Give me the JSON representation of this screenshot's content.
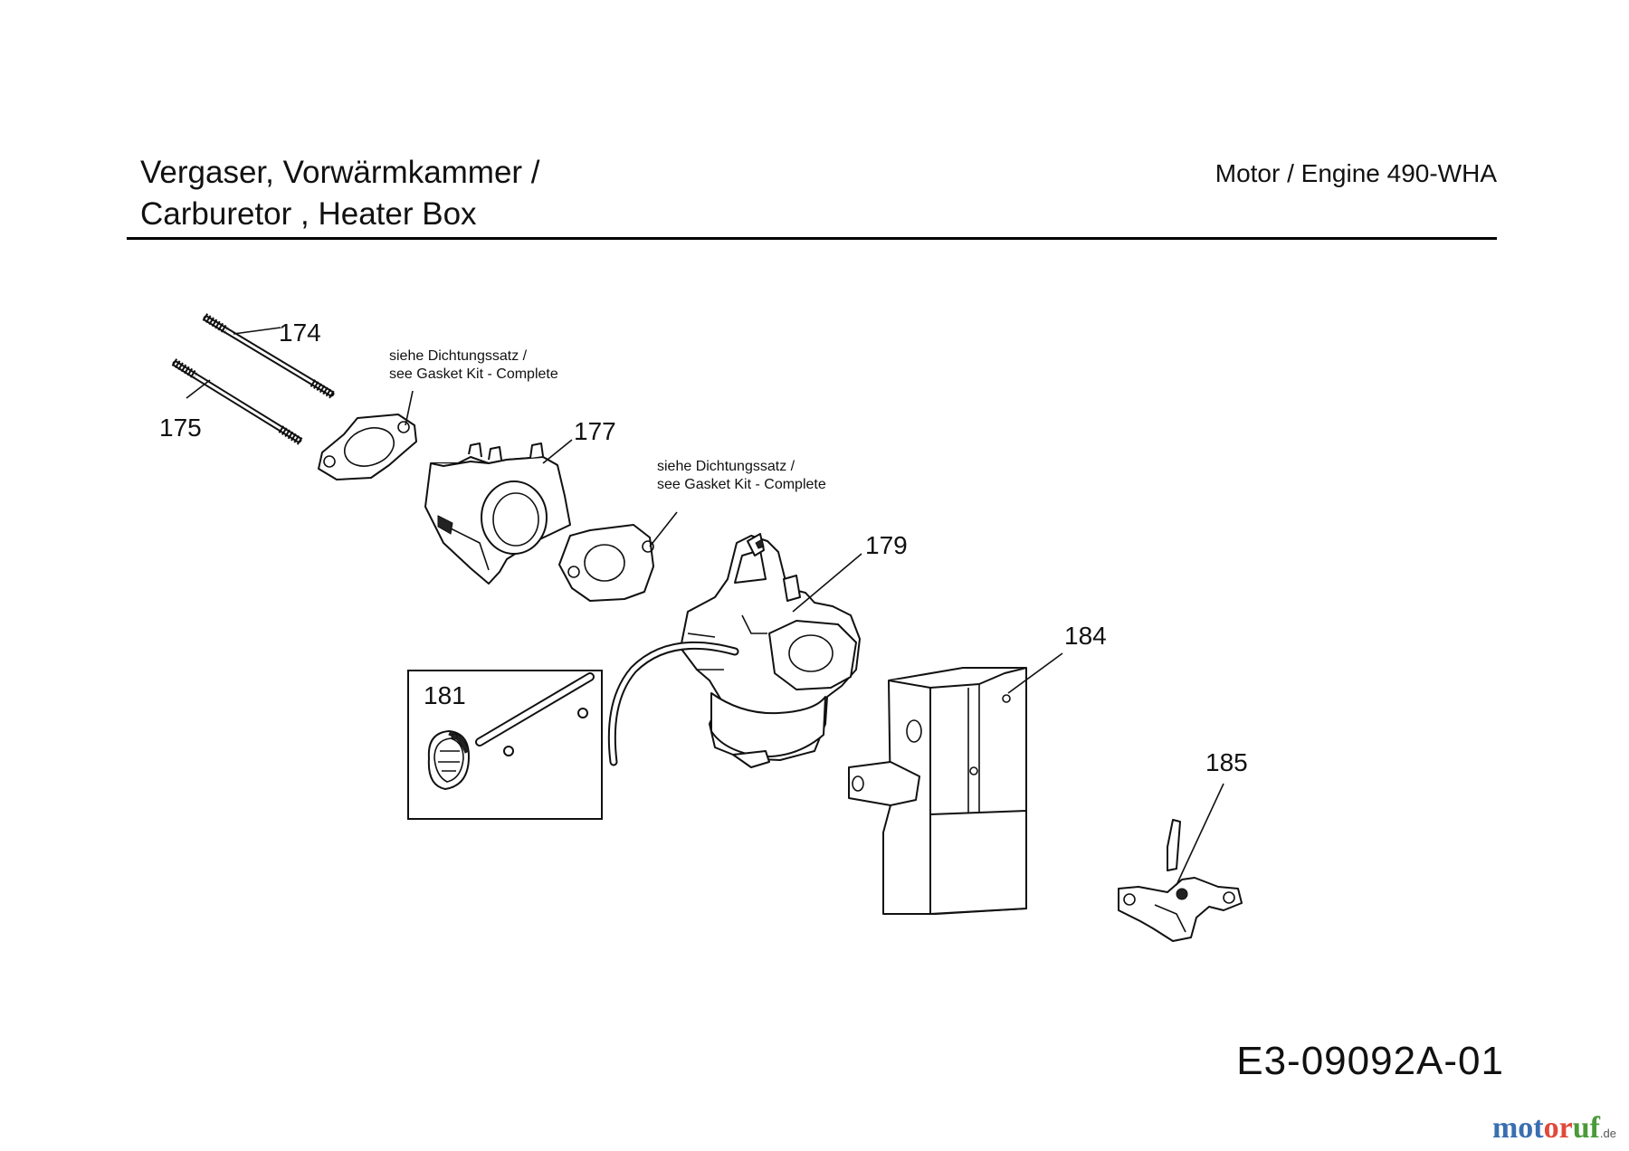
{
  "header": {
    "title_line1": "Vergaser, Vorwärmkammer /",
    "title_line2": "Carburetor , Heater Box",
    "engine": "Motor / Engine 490-WHA"
  },
  "callouts": {
    "p174": "174",
    "p175": "175",
    "p177": "177",
    "p179": "179",
    "p181": "181",
    "p184": "184",
    "p185": "185"
  },
  "notes": {
    "gasket1_line1": "siehe Dichtungssatz /",
    "gasket1_line2": "see Gasket Kit - Complete",
    "gasket2_line1": "siehe Dichtungssatz /",
    "gasket2_line2": "see Gasket Kit - Complete"
  },
  "footer": {
    "drawing_code": "E3-09092A-01",
    "logo_part1": "mot",
    "logo_part2": "or",
    "logo_part3": "uf",
    "logo_tld": ".de"
  }
}
